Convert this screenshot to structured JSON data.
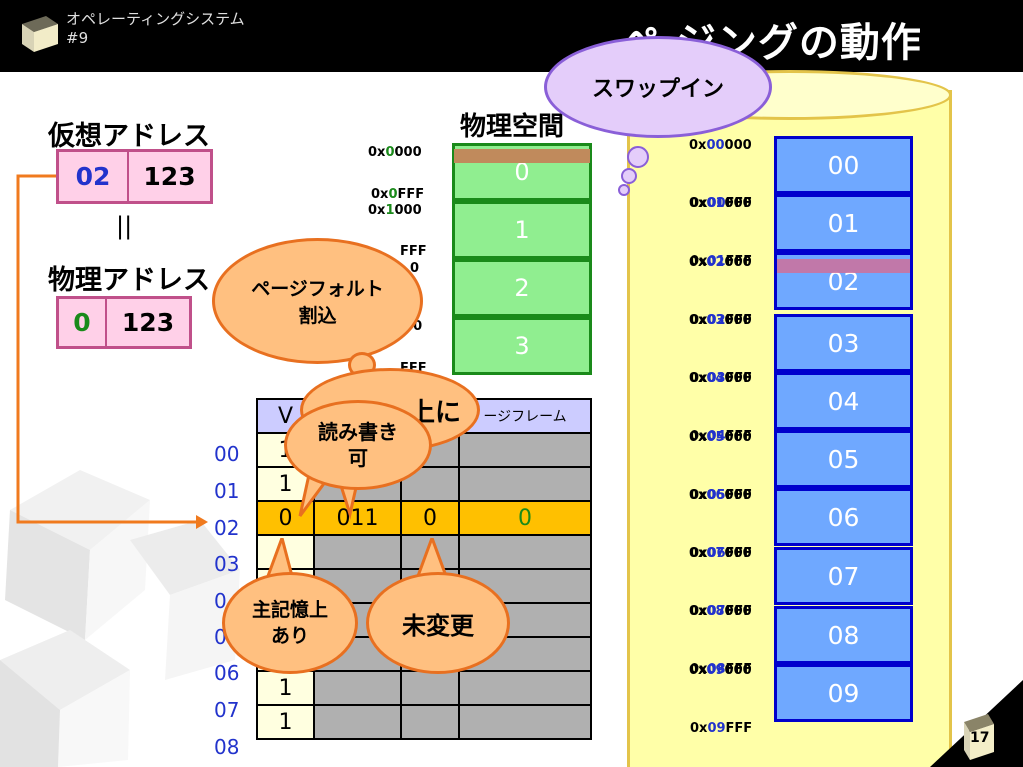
{
  "header": {
    "course": "オペレーティングシステム",
    "number": "#9",
    "title_visible": "ぺ  ジングの動作"
  },
  "virtual_address": {
    "label": "仮想アドレス",
    "page": "02",
    "offset": "123"
  },
  "equal_sign": "||",
  "physical_address": {
    "label": "物理アドレス",
    "frame": "0",
    "offset": "123"
  },
  "physical_space": {
    "label": "物理空間",
    "frames": [
      "0",
      "1",
      "2",
      "3"
    ],
    "addresses": [
      {
        "pre": "0x",
        "hi": "0",
        "rest": "000"
      },
      {
        "pre": "0x",
        "hi": "0",
        "rest": "FFF"
      },
      {
        "pre": "0x",
        "hi": "1",
        "rest": "000"
      },
      {
        "pre": "",
        "hi": "",
        "rest": "FFF"
      },
      {
        "pre": "",
        "hi": "",
        "rest": "0"
      },
      {
        "pre": "",
        "hi": "",
        "rest": "F"
      },
      {
        "pre": "",
        "hi": "",
        "rest": "000"
      },
      {
        "pre": "",
        "hi": "",
        "rest": "FFF"
      }
    ]
  },
  "swap": {
    "blocks": [
      "00",
      "01",
      "02",
      "03",
      "04",
      "05",
      "06",
      "07",
      "08",
      "09"
    ],
    "addresses": [
      {
        "s": "0x00000"
      },
      {
        "e": "0x00FFF",
        "s": "0x01000"
      },
      {
        "e": "0x01FFF",
        "s": "0x02000"
      },
      {
        "e": "0x02FFF",
        "s": "0x03000"
      },
      {
        "e": "0x03FFF",
        "s": "0x04000"
      },
      {
        "e": "0x04FFF",
        "s": "0x05000"
      },
      {
        "e": "0x05FFF",
        "s": "0x06000"
      },
      {
        "e": "0x06FFF",
        "s": "0x07000"
      },
      {
        "e": "0x07FFF",
        "s": "0x08000"
      },
      {
        "e": "0x08FFF",
        "s": "0x09000"
      },
      {
        "e": "0x09FFF"
      }
    ]
  },
  "page_table": {
    "header_v": "V",
    "header_frame": "ージフレーム",
    "rows": [
      {
        "id": "00",
        "v": "1",
        "rw": "",
        "d": "",
        "frame": ""
      },
      {
        "id": "01",
        "v": "1",
        "rw": "",
        "d": "",
        "frame": ""
      },
      {
        "id": "02",
        "v": "0",
        "rw": "011",
        "d": "0",
        "frame": "0"
      },
      {
        "id": "03",
        "v": "",
        "rw": "",
        "d": "",
        "frame": ""
      },
      {
        "id": "0",
        "v": "",
        "rw": "",
        "d": "",
        "frame": ""
      },
      {
        "id": "0",
        "v": "",
        "rw": "",
        "d": "",
        "frame": ""
      },
      {
        "id": "06",
        "v": "1",
        "rw": "",
        "d": "",
        "frame": ""
      },
      {
        "id": "07",
        "v": "1",
        "rw": "",
        "d": "",
        "frame": ""
      },
      {
        "id": "08",
        "v": "1",
        "rw": "",
        "d": "",
        "frame": ""
      }
    ]
  },
  "callouts": {
    "swap_in": "スワップイン",
    "page_fault": [
      "ページフォルト",
      "割込"
    ],
    "behind_text": "上に",
    "rw": [
      "読み書き",
      "可"
    ],
    "in_memory": [
      "主記憶上",
      "あり"
    ],
    "unmodified": "未変更"
  },
  "slide_number": "17",
  "colors": {
    "address_blue": "#2233cc",
    "frame_green": "#1a8a1a",
    "highlight_row": "#ffc000",
    "arrow_orange": "#f07a1e"
  }
}
